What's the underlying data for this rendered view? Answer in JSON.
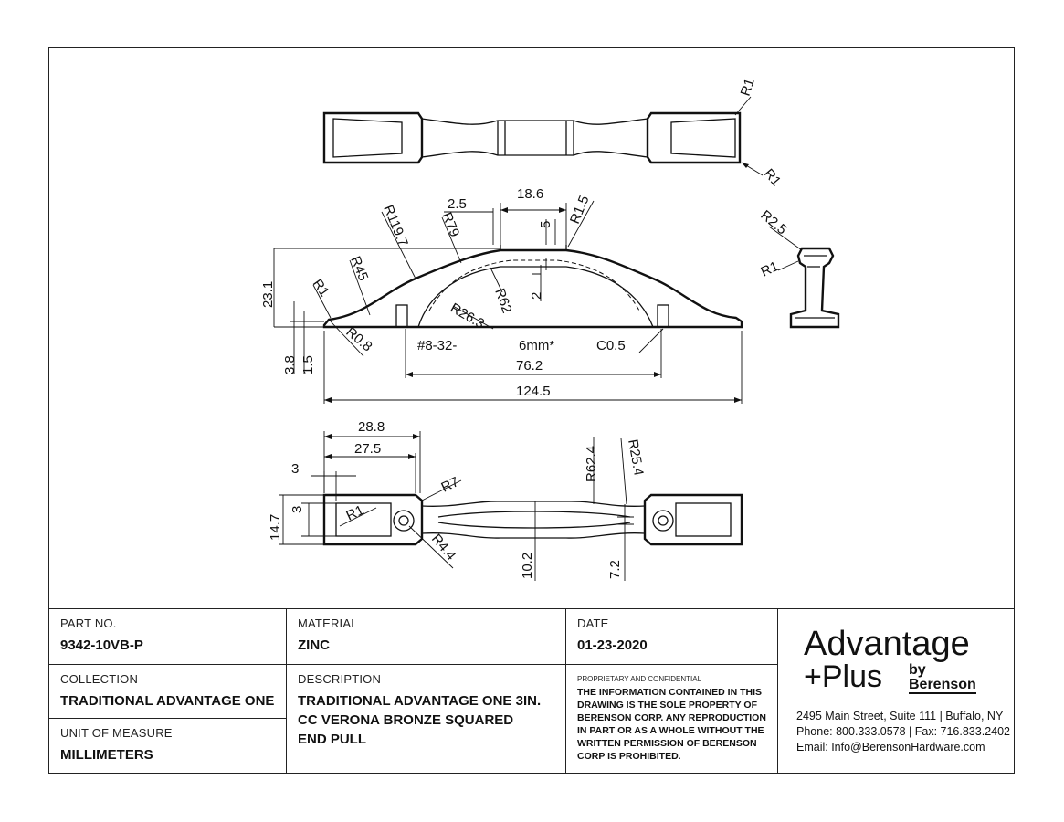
{
  "title_block": {
    "part_no_label": "PART NO.",
    "part_no": "9342-10VB-P",
    "material_label": "MATERIAL",
    "material": "ZINC",
    "date_label": "DATE",
    "date": "01-23-2020",
    "collection_label": "COLLECTION",
    "collection": "TRADITIONAL ADVANTAGE ONE",
    "description_label": "DESCRIPTION",
    "description_lines": [
      "TRADITIONAL ADVANTAGE ONE 3IN.",
      "CC VERONA BRONZE SQUARED",
      "END PULL"
    ],
    "unit_label": "UNIT OF MEASURE",
    "unit": "MILLIMETERS",
    "proprietary_heading": "PROPRIETARY AND CONFIDENTIAL",
    "proprietary_lines": [
      "THE INFORMATION CONTAINED IN THIS",
      "DRAWING IS THE SOLE PROPERTY OF",
      "BERENSON CORP. ANY REPRODUCTION",
      "IN PART OR AS A WHOLE WITHOUT THE",
      "WRITTEN PERMISSION OF BERENSON",
      "CORP IS PROHIBITED."
    ]
  },
  "brand": {
    "line1": "Advantage",
    "line2": "+Plus",
    "by": "by",
    "company": "Berenson",
    "address": "2495 Main Street, Suite 111 | Buffalo, NY",
    "phone": "Phone: 800.333.0578 | Fax: 716.833.2402",
    "email": "Email: Info@BerensonHardware.com"
  },
  "dimensions": {
    "top_r1_a": "R1",
    "top_r1_b": "R1",
    "d18_6": "18.6",
    "d2_5": "2.5",
    "r119_7": "R119.7",
    "r79": "R79",
    "d5": "5",
    "r1_5": "R1.5",
    "r2_5": "R2.5",
    "side_r1": "R1",
    "d23_1": "23.1",
    "r45": "R45",
    "r1_left": "R1",
    "r62": "R62",
    "d2": "2",
    "r26_3": "R26.3",
    "r0_8": "R0.8",
    "thread": "#8-32-",
    "thread_len": "6mm*",
    "c0_5": "C0.5",
    "d3_8": "3.8",
    "d1_5": "1.5",
    "d76_2": "76.2",
    "d124_5": "124.5",
    "d28_8": "28.8",
    "d27_5": "27.5",
    "d3_top": "3",
    "r7": "R7",
    "r62_4": "R62.4",
    "r25_4": "R25.4",
    "d14_7": "14.7",
    "d3_left": "3",
    "r1_bottom": "R1",
    "r4_4": "R4.4",
    "d10_2": "10.2",
    "d7_2": "7.2"
  }
}
